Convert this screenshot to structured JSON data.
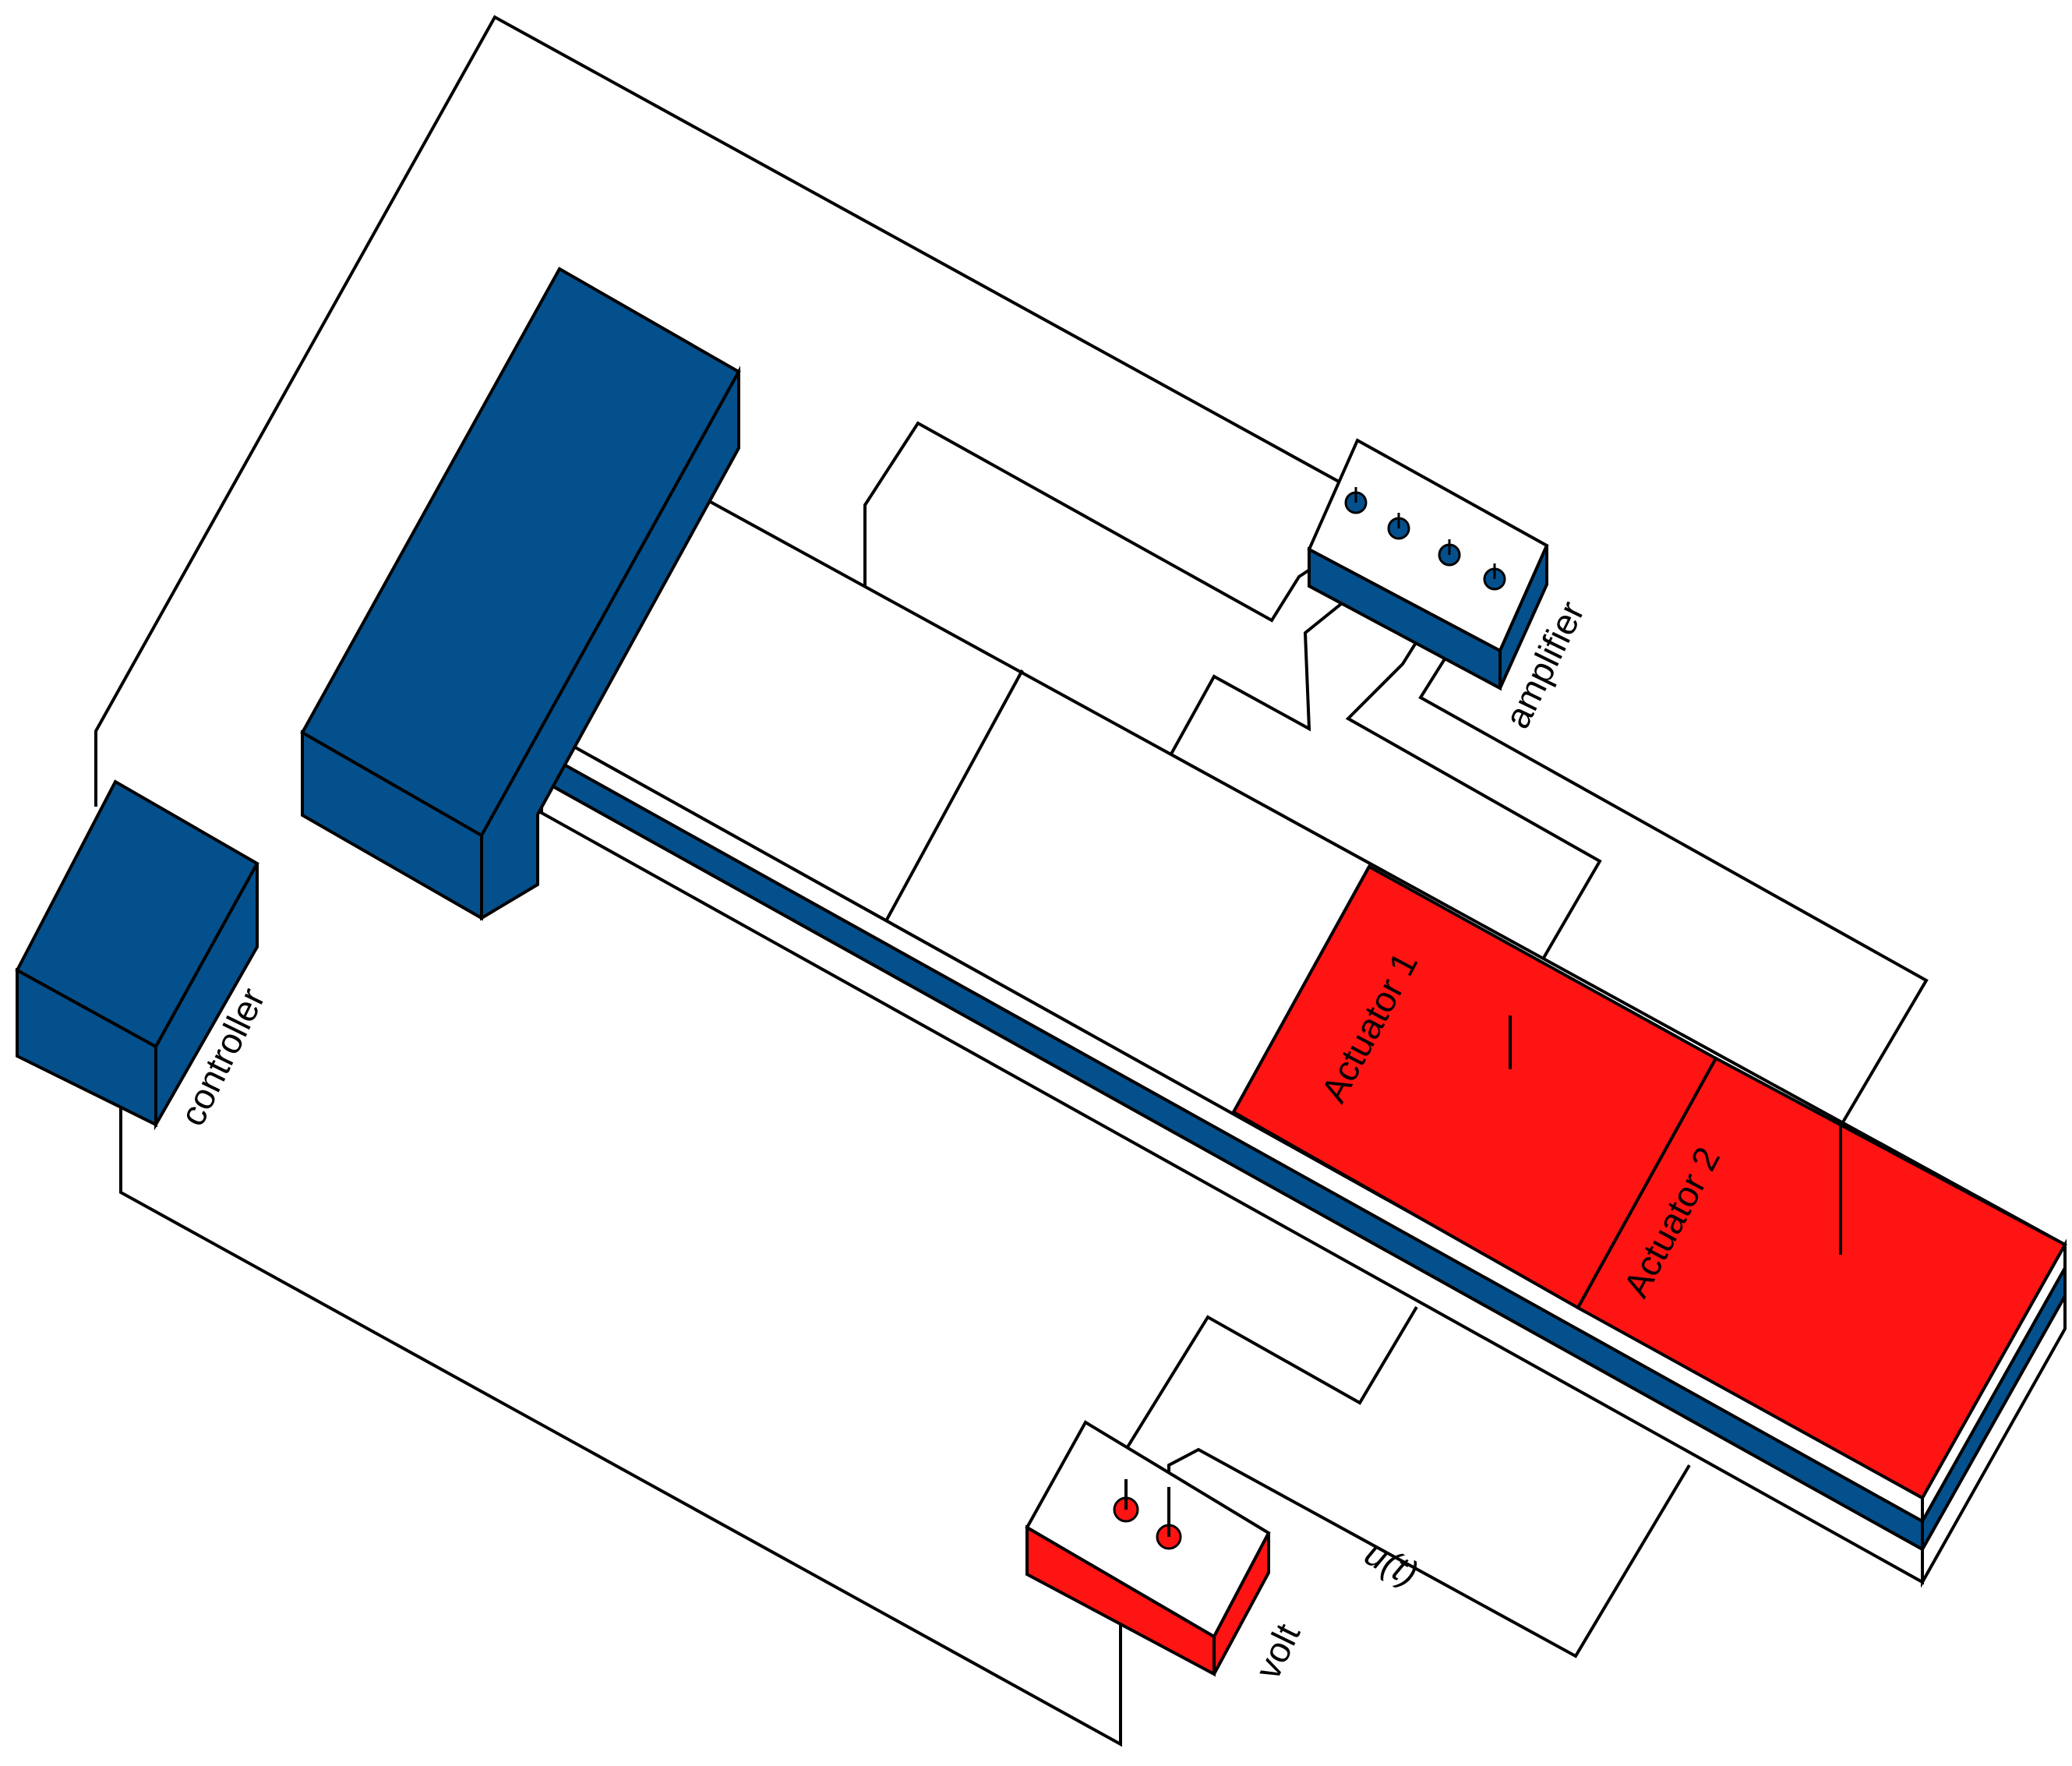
{
  "labels": {
    "controller": "controller",
    "amplifier": "amplifier",
    "actuator1": "Actuator 1",
    "actuator2": "Actuator 2",
    "volt": "volt",
    "signal": "u(t)"
  },
  "colors": {
    "blue": "#04508C",
    "red": "#FF1414",
    "outline": "#000000",
    "background": "#FFFFFF"
  }
}
